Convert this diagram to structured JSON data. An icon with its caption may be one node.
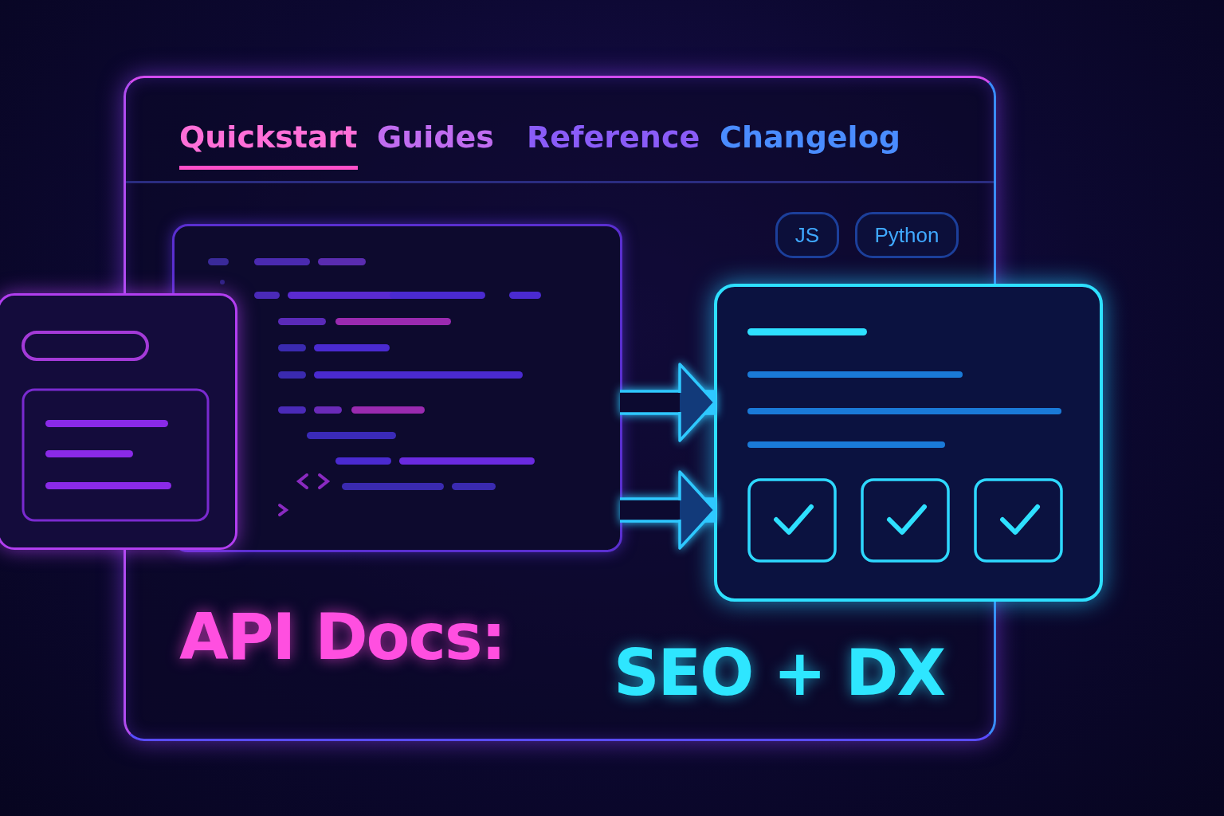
{
  "diagram": {
    "title": "API Docs:",
    "nodes": [
      {
        "text": [],
        "shape": "box"
      },
      {
        "text": [],
        "shape": "box",
        "in": 0
      },
      {
        "text": [],
        "shape": "box"
      },
      {
        "text": [],
        "shape": "box"
      }
    ],
    "edges": [
      {
        "from": 1,
        "to": 3,
        "arrow": "to"
      },
      {
        "from": 1,
        "to": 3,
        "arrow": "to"
      }
    ],
    "labels": [
      "Quickstart",
      "Guides",
      "Reference",
      "Changelog",
      "JS",
      "Python",
      "SEO + DX"
    ]
  }
}
